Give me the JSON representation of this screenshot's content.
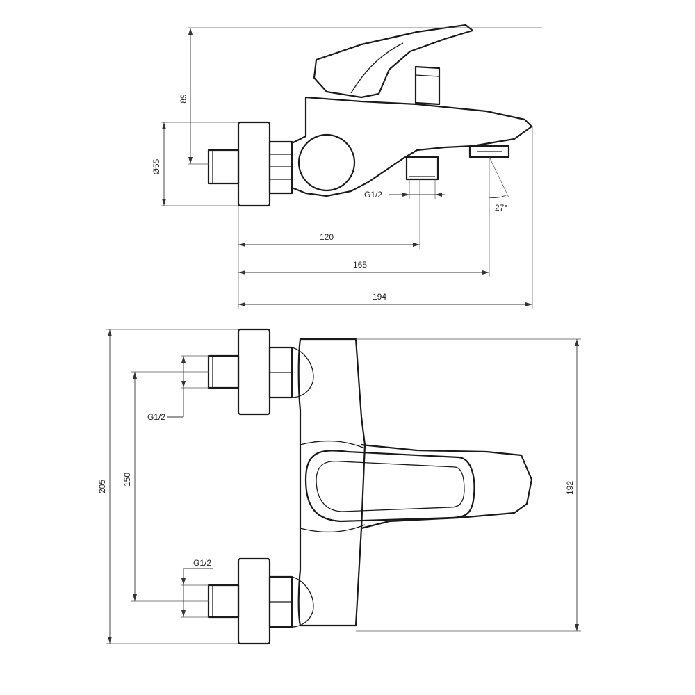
{
  "dimensions": {
    "height_89": "89",
    "diameter_55": "Ø55",
    "thread_side": "G1/2",
    "length_120": "120",
    "length_165": "165",
    "length_194": "194",
    "angle": "27°",
    "height_205": "205",
    "spacing_150": "150",
    "thread_top": "G1/2",
    "thread_bottom": "G1/2",
    "depth_192": "192"
  }
}
